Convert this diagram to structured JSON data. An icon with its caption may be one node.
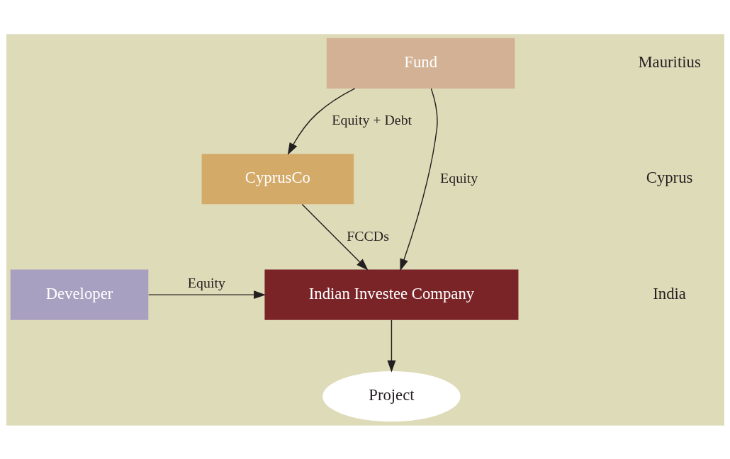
{
  "diagram": {
    "nodes": [
      {
        "text": [
          "Fund"
        ]
      },
      {
        "text": [
          "CyprusCo"
        ]
      },
      {
        "text": [
          "Indian Investee Company"
        ]
      },
      {
        "text": [
          "Developer"
        ]
      },
      {
        "text": [
          "Project"
        ]
      }
    ],
    "edges": [
      {
        "from": 0,
        "to": 2,
        "arrow": "to",
        "label": "Equity"
      },
      {
        "from": 0,
        "to": 1,
        "arrow": "to",
        "label": "Equity + Debt"
      },
      {
        "from": 1,
        "to": 2,
        "arrow": "to",
        "label": "FCCDs"
      },
      {
        "from": 3,
        "to": 2,
        "arrow": "to",
        "label": "Equity"
      },
      {
        "from": 2,
        "to": 4,
        "arrow": "to"
      }
    ],
    "labels": [
      "Mauritius",
      "Cyprus",
      "India"
    ]
  }
}
